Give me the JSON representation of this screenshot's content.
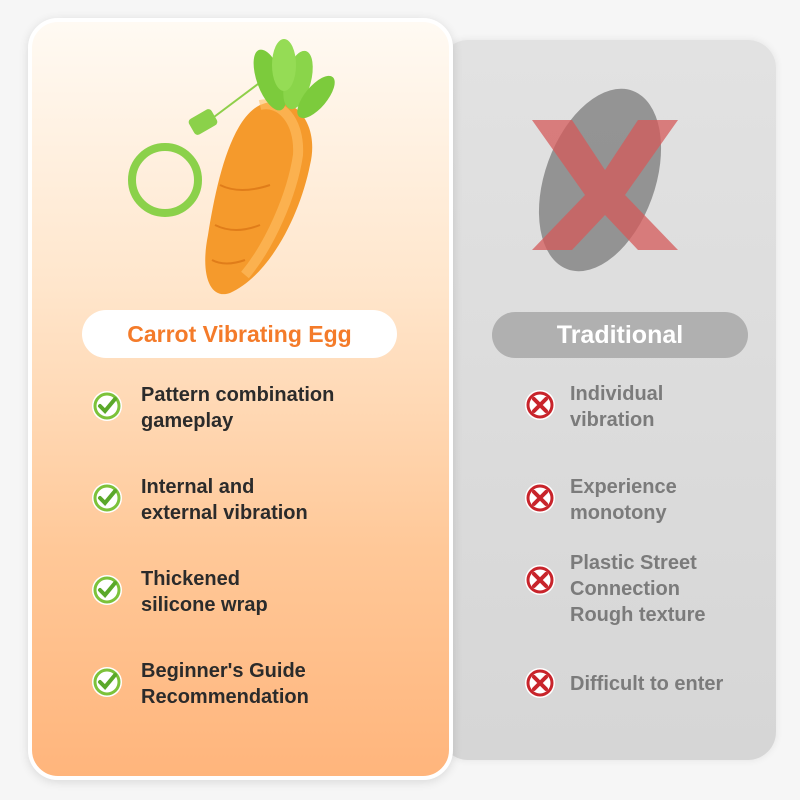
{
  "left": {
    "title": "Carrot Vibrating Egg",
    "items": [
      {
        "text": "Pattern combination\ngameplay"
      },
      {
        "text": "Internal and\nexternal vibration"
      },
      {
        "text": "Thickened\nsilicone wrap"
      },
      {
        "text": "Beginner's Guide\nRecommendation"
      }
    ],
    "icon": "check-circle-icon",
    "accent": "#f47b2a"
  },
  "right": {
    "title": "Traditional",
    "items": [
      {
        "text": "Individual\nvibration"
      },
      {
        "text": "Experience\nmonotony"
      },
      {
        "text": "Plastic Street\nConnection\nRough texture"
      },
      {
        "text": "Difficult to enter"
      }
    ],
    "icon": "x-circle-icon",
    "accent": "#c8242b"
  }
}
